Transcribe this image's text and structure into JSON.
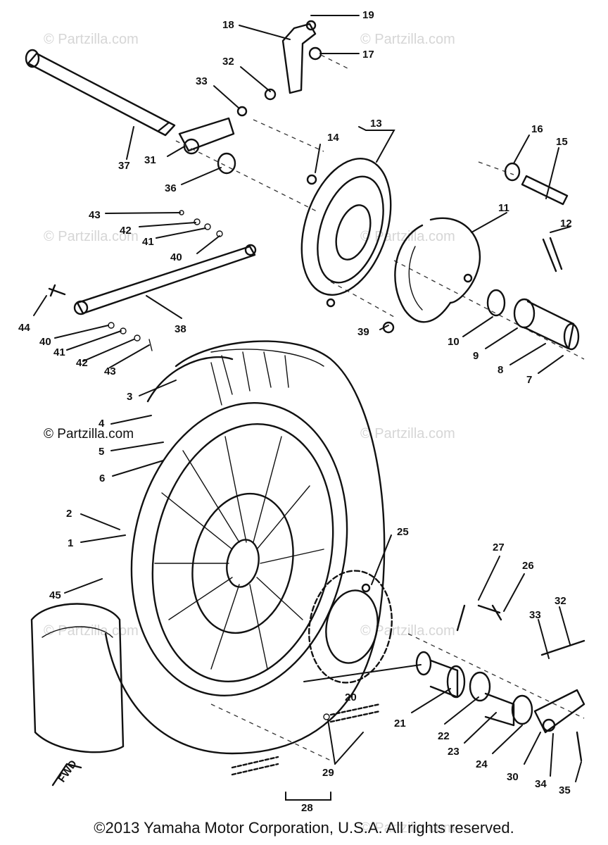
{
  "watermark_text": "© Partzilla.com",
  "copyright": "©2013 Yamaha Motor Corporation, U.S.A. All rights reserved.",
  "fwd_label": "FWD",
  "callouts": [
    "1",
    "2",
    "3",
    "4",
    "5",
    "6",
    "7",
    "8",
    "9",
    "10",
    "11",
    "12",
    "13",
    "14",
    "15",
    "16",
    "17",
    "18",
    "19",
    "20",
    "21",
    "22",
    "23",
    "24",
    "25",
    "26",
    "27",
    "28",
    "29",
    "30",
    "31",
    "32",
    "33",
    "34",
    "35",
    "36",
    "37",
    "38",
    "39",
    "40",
    "41",
    "42",
    "43",
    "44",
    "45"
  ]
}
